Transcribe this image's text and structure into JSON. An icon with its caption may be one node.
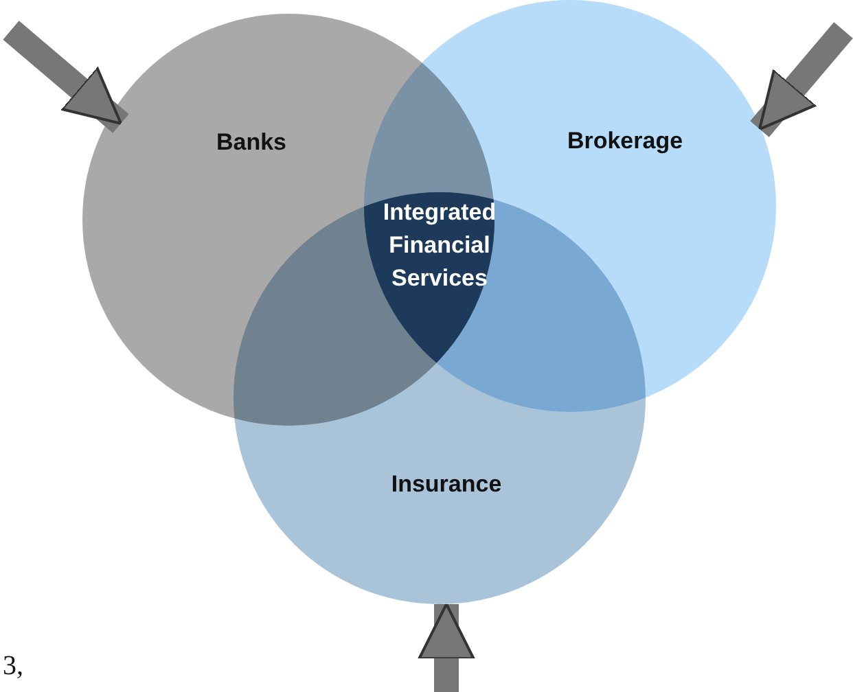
{
  "diagram": {
    "nodes": [
      {
        "text": [
          "Banks"
        ]
      },
      {
        "text": [
          "Brokerage"
        ]
      },
      {
        "text": [
          "Insurance"
        ]
      },
      {
        "text": [
          "Integrated Financial Services"
        ]
      }
    ],
    "edges": [
      {
        "from": null,
        "to": 0,
        "arrow": "to"
      },
      {
        "from": null,
        "to": 1,
        "arrow": "to"
      },
      {
        "from": null,
        "to": 2,
        "arrow": "to"
      }
    ],
    "labels": [
      "3,"
    ]
  }
}
